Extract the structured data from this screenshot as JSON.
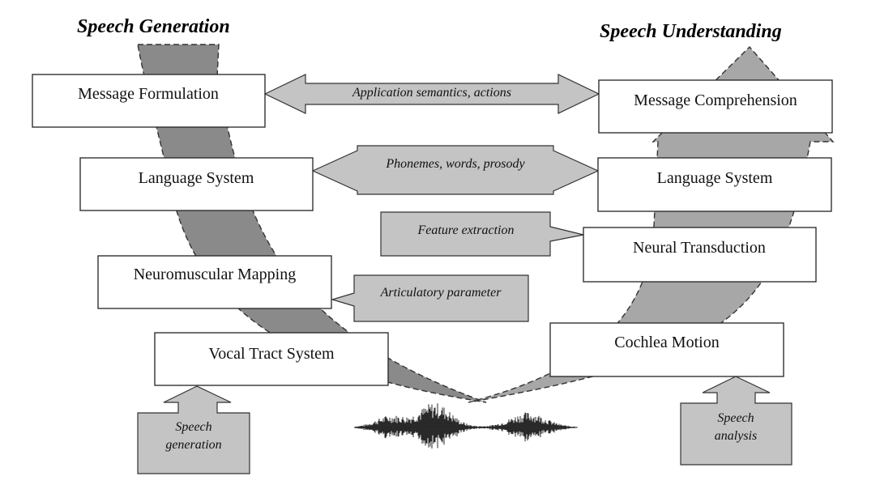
{
  "titles": {
    "left": "Speech Generation",
    "right": "Speech Understanding"
  },
  "generation": {
    "message_formulation": "Message Formulation",
    "language_system": "Language System",
    "neuromuscular_mapping": "Neuromuscular Mapping",
    "vocal_tract_system": "Vocal Tract System"
  },
  "understanding": {
    "message_comprehension": "Message Comprehension",
    "language_system": "Language System",
    "neural_transduction": "Neural Transduction",
    "cochlea_motion": "Cochlea Motion"
  },
  "links": {
    "application_semantics": "Application semantics, actions",
    "phonemes": "Phonemes, words, prosody",
    "feature_extraction": "Feature extraction",
    "articulatory_parameter": "Articulatory parameter"
  },
  "inputs": {
    "speech_generation": [
      "Speech",
      "generation"
    ],
    "speech_analysis": [
      "Speech",
      "analysis"
    ]
  },
  "colors": {
    "band_dark": "#8a8a8a",
    "band_light": "#a7a7a7",
    "callout_fill": "#c4c4c4",
    "box_fill": "#ffffff"
  }
}
